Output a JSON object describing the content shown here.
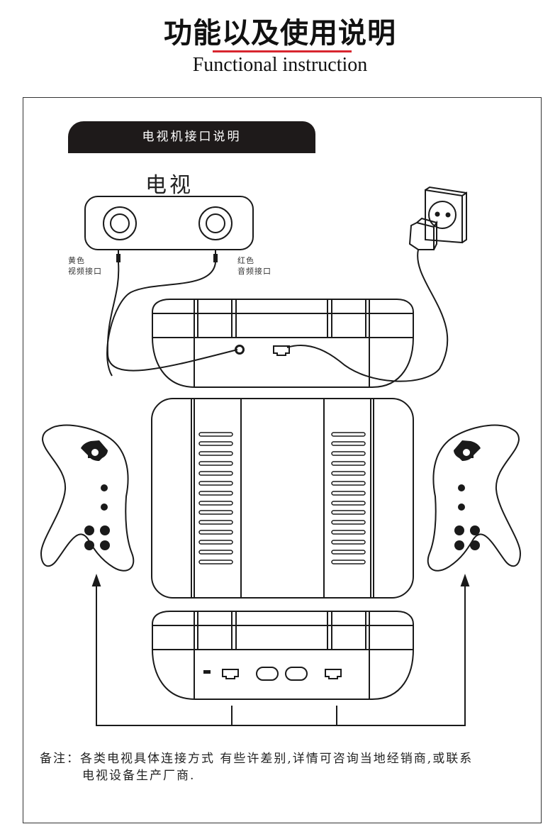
{
  "header": {
    "title": "功能以及使用说明",
    "subtitle": "Functional instruction",
    "accent_color": "#d8262f"
  },
  "section": {
    "tab_label": "电视机接口说明",
    "tab_color": "#1e1a1a"
  },
  "tv": {
    "label": "电视",
    "left_jack_label_line1": "黄色",
    "left_jack_label_line2": "视频接口",
    "right_jack_label_line1": "红色",
    "right_jack_label_line2": "音频接口"
  },
  "note": {
    "line1": "备注：各类电视具体连接方式 有些许差别,详情可咨询当地经销商,或联系",
    "line2": "电视设备生产厂商."
  },
  "icons": [
    "wall-socket-icon",
    "power-adapter-icon",
    "gamepad-icon",
    "arrow-up-icon",
    "rca-plug-icon"
  ]
}
